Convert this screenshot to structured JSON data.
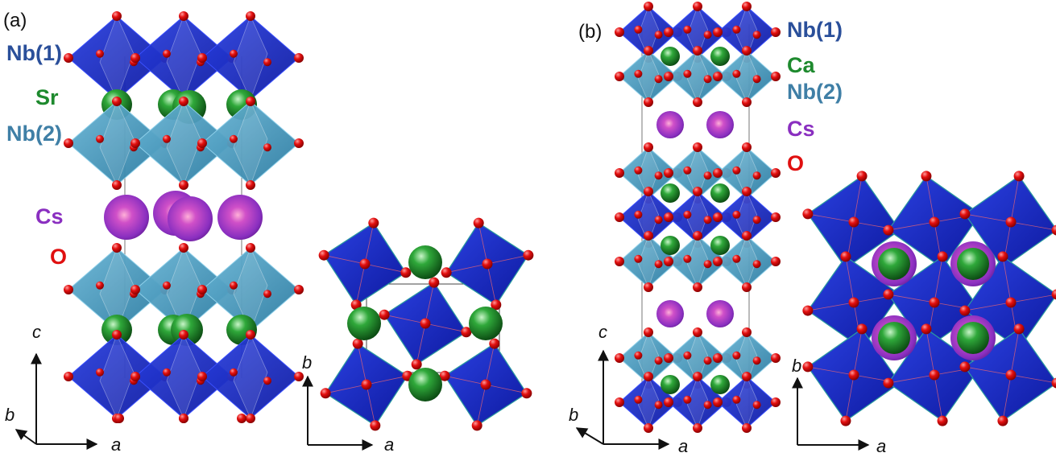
{
  "panels": [
    {
      "id": "a",
      "label": "(a)",
      "species": [
        {
          "text": "Nb(1)",
          "color": "#2a4f9a"
        },
        {
          "text": "Sr",
          "color": "#1e8a2e"
        },
        {
          "text": "Nb(2)",
          "color": "#3f7fa6"
        },
        {
          "text": "Cs",
          "color": "#8a2fc0"
        },
        {
          "text": "O",
          "color": "#e01010"
        }
      ],
      "side_axes": [
        "c",
        "b",
        "a"
      ],
      "top_axes": [
        "b",
        "a"
      ]
    },
    {
      "id": "b",
      "label": "(b)",
      "species": [
        {
          "text": "Nb(1)",
          "color": "#2a4f9a"
        },
        {
          "text": "Ca",
          "color": "#1e8a2e"
        },
        {
          "text": "Nb(2)",
          "color": "#3f7fa6"
        },
        {
          "text": "Cs",
          "color": "#8a2fc0"
        },
        {
          "text": "O",
          "color": "#e01010"
        }
      ],
      "side_axes": [
        "c",
        "b",
        "a"
      ],
      "top_axes": [
        "b",
        "a"
      ]
    }
  ],
  "colors": {
    "nb1_octahedron": "#1a2fc8",
    "nb2_octahedron": "#3d93b8",
    "oxygen": "#e01010",
    "a_site_green": "#1e8a2e",
    "cesium_purple": "#a43ad8"
  }
}
